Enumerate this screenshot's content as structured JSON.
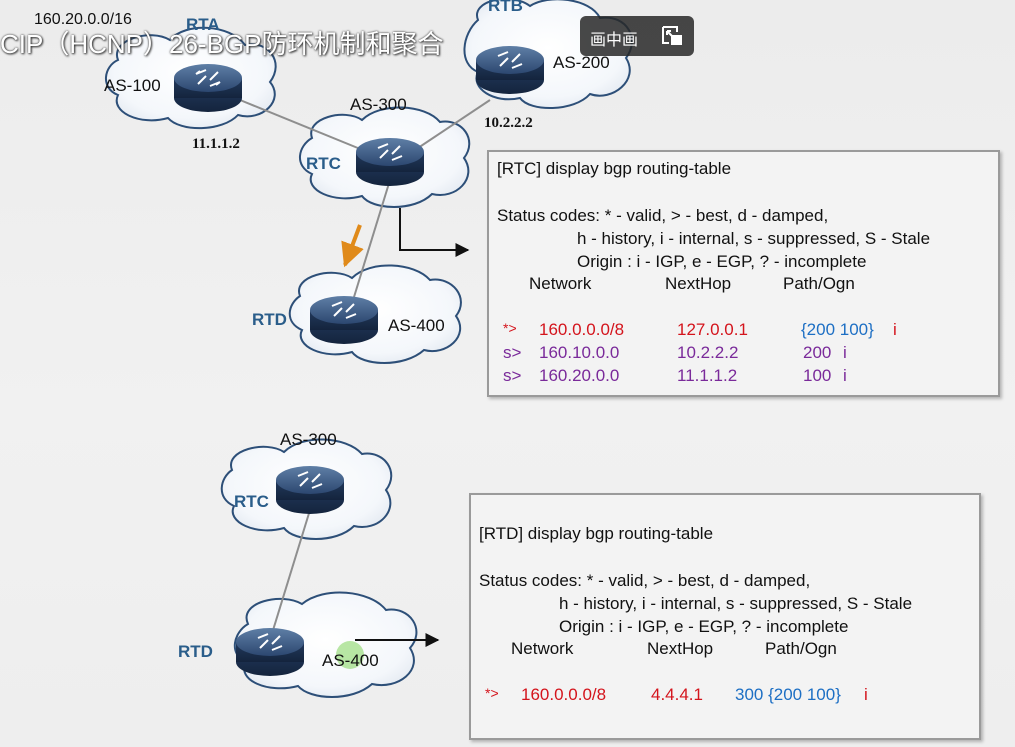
{
  "video": {
    "title": "CIP（HCNP）26-BGP防环机制和聚合",
    "pip_label": "画中画"
  },
  "top_diagram": {
    "prefix_label": "160.20.0.0/16",
    "rta": {
      "name": "RTA",
      "as": "AS-100",
      "ip": "11.1.1.2"
    },
    "rtb": {
      "name": "RTB",
      "as": "AS-200",
      "ip": "10.2.2.2"
    },
    "rtc": {
      "name": "RTC",
      "as": "AS-300"
    },
    "rtd": {
      "name": "RTD",
      "as": "AS-400"
    }
  },
  "top_table": {
    "command": "[RTC] display bgp routing-table",
    "status_line1": "Status codes: * - valid, > - best, d - damped,",
    "status_line2": "h - history,  i - internal,  s - suppressed, S - Stale",
    "status_line3": "Origin : i - IGP, e - EGP, ? - incomplete",
    "headers": {
      "network": "Network",
      "nexthop": "NextHop",
      "path": "Path/Ogn"
    },
    "rows": [
      {
        "status": "*>",
        "network": "160.0.0.0/8",
        "nexthop": "127.0.0.1",
        "path": "{200 100}",
        "origin": "i"
      },
      {
        "status": "s>",
        "network": "160.10.0.0",
        "nexthop": "10.2.2.2",
        "path": "200",
        "origin": "i"
      },
      {
        "status": "s>",
        "network": "160.20.0.0",
        "nexthop": "11.1.1.2",
        "path": "100",
        "origin": "i"
      }
    ]
  },
  "bottom_diagram": {
    "rtc": {
      "name": "RTC",
      "as": "AS-300"
    },
    "rtd": {
      "name": "RTD",
      "as": "AS-400"
    }
  },
  "bottom_table": {
    "command": "[RTD] display bgp routing-table",
    "status_line1": "Status codes: * - valid, > - best, d - damped,",
    "status_line2": "h - history,  i - internal,  s - suppressed, S - Stale",
    "status_line3": "Origin : i - IGP, e - EGP, ? - incomplete",
    "headers": {
      "network": "Network",
      "nexthop": "NextHop",
      "path": "Path/Ogn"
    },
    "rows": [
      {
        "status": "*>",
        "network": "160.0.0.0/8",
        "nexthop": "4.4.4.1",
        "path": "300 {200 100}",
        "origin": "i"
      }
    ]
  },
  "colors": {
    "red": "#d4141c",
    "purple": "#7a2a9a",
    "blue": "#1d6fc4",
    "router_name": "#2a5d8a",
    "arrow_orange": "#e08a1a"
  }
}
